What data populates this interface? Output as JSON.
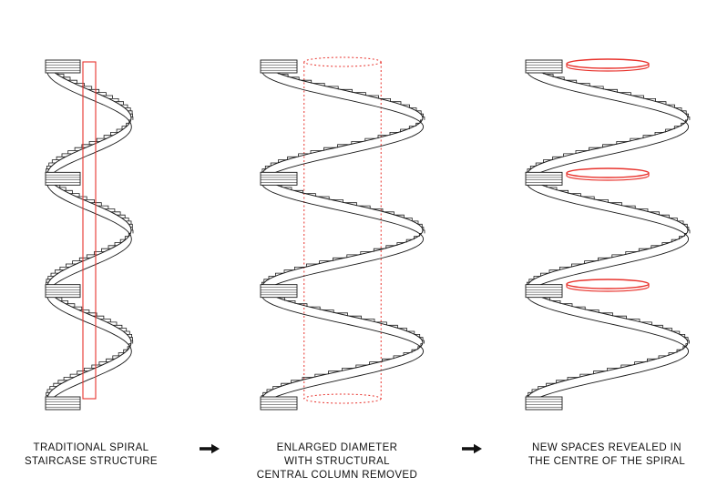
{
  "colors": {
    "line": "#1a1a1a",
    "accent": "#e8322c"
  },
  "panels": [
    {
      "id": "traditional",
      "caption": [
        "TRADITIONAL SPIRAL",
        "STAIRCASE STRUCTURE"
      ],
      "feature": "central-column"
    },
    {
      "id": "enlarged",
      "caption": [
        "ENLARGED DIAMETER",
        "WITH STRUCTURAL",
        "CENTRAL COLUMN REMOVED"
      ],
      "feature": "dotted-removed-column"
    },
    {
      "id": "new-spaces",
      "caption": [
        "NEW SPACES REVEALED IN",
        "THE CENTRE OF THE SPIRAL"
      ],
      "feature": "landing-rings"
    }
  ],
  "arrows": [
    {
      "icon": "right-arrow-icon"
    },
    {
      "icon": "right-arrow-icon"
    }
  ]
}
